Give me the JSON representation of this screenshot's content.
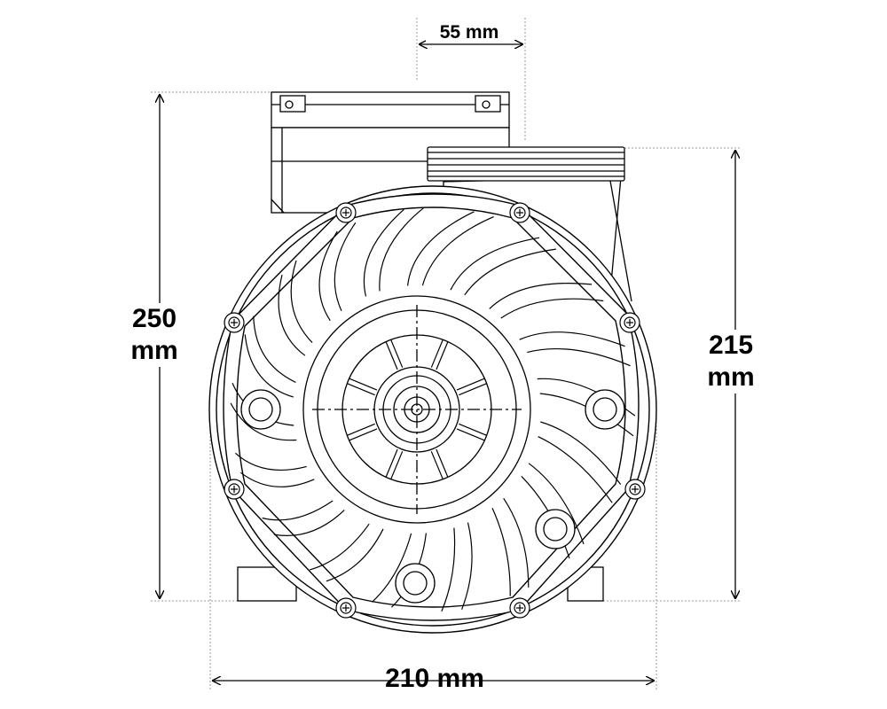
{
  "dimensions": {
    "top_offset": "55 mm",
    "overall_height": {
      "value": "250",
      "unit": "mm"
    },
    "port_height": {
      "value": "215",
      "unit": "mm"
    },
    "overall_width": "210 mm"
  },
  "colors": {
    "line": "#000000",
    "guide": "#9a9a9a",
    "background": "#ffffff"
  }
}
